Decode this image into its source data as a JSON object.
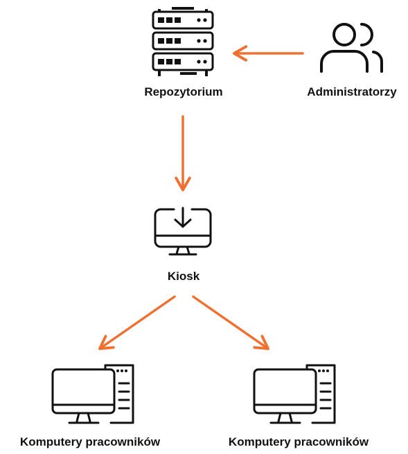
{
  "colors": {
    "arrow": "#f07030",
    "icon": "#111111"
  },
  "nodes": {
    "repository": {
      "label": "Repozytorium",
      "icon": "server-rack-icon"
    },
    "admins": {
      "label": "Administratorzy",
      "icon": "users-icon"
    },
    "kiosk": {
      "label": "Kiosk",
      "icon": "monitor-download-icon"
    },
    "workstation_left": {
      "label": "Komputery pracowników",
      "icon": "desktop-computer-icon"
    },
    "workstation_right": {
      "label": "Komputery pracowników",
      "icon": "desktop-computer-icon"
    }
  }
}
